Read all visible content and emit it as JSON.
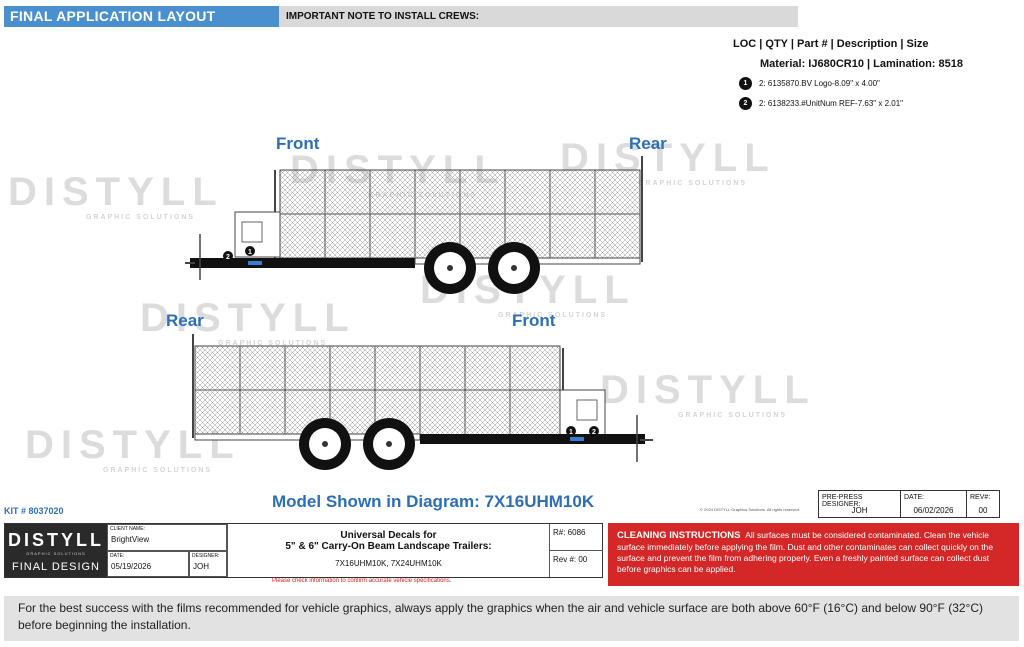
{
  "header": {
    "left_title": "FINAL APPLICATION LAYOUT",
    "right_title": "IMPORTANT NOTE TO INSTALL CREWS:"
  },
  "parts": {
    "heading": "LOC | QTY | Part # | Description | Size",
    "material": "Material: IJ680CR10 | Lamination: 8518",
    "items": [
      {
        "num": "1",
        "text": "2: 6135870.BV Logo-8.09\" x 4.00\""
      },
      {
        "num": "2",
        "text": "2: 6138233.#UnitNum REF-7.63\" x 2.01\""
      }
    ]
  },
  "diagram": {
    "top_left_label": "Front",
    "top_right_label": "Rear",
    "bottom_left_label": "Rear",
    "bottom_right_label": "Front",
    "marker_1": "1",
    "marker_2": "2"
  },
  "watermark": {
    "brand": "DISTYLL",
    "tagline": "GRAPHIC SOLUTIONS"
  },
  "kit": "KIT # 8037020",
  "model": "Model Shown in Diagram: 7X16UHM10K",
  "copyright": "© 2024 DISTYLL Graphics Solutions. All rights reserved.",
  "preprint": {
    "designer_label": "PRE-PRESS DESIGNER:",
    "designer": "JOH",
    "date_label": "DATE:",
    "date": "06/02/2026",
    "rev_label": "REV#:",
    "rev": "00"
  },
  "titleblock": {
    "logo_brand": "DISTYLL",
    "logo_tagline": "GRAPHIC SOLUTIONS",
    "logo_label": "FINAL DESIGN",
    "client_label": "CLIENT NAME:",
    "client": "BrightView",
    "date_label": "DATE:",
    "date": "05/19/2026",
    "designer_label": "DESIGNER:",
    "designer": "JOH",
    "title_line1": "Universal Decals for",
    "title_line2": "5\" & 6\" Carry-On Beam Landscape Trailers:",
    "models": "7X16UHM10K, 7X24UHM10K",
    "r_number": "R#: 6086",
    "rev_number": "Rev #: 00"
  },
  "check_note": "Please check information to confirm accurate vehicle specifications.",
  "cleaning": {
    "heading": "CLEANING INSTRUCTIONS",
    "body": "All surfaces must be considered contaminated. Clean the vehicle surface immediately before applying the film. Dust and other contaminates can collect quickly on the surface and prevent the film from adhering properly. Even a freshly painted surface can collect dust before graphics can be applied."
  },
  "footer": "For the best success with the films recommended for vehicle graphics, always apply the graphics when the air and vehicle surface are both above 60°F (16°C) and below 90°F (32°C) before beginning the installation."
}
